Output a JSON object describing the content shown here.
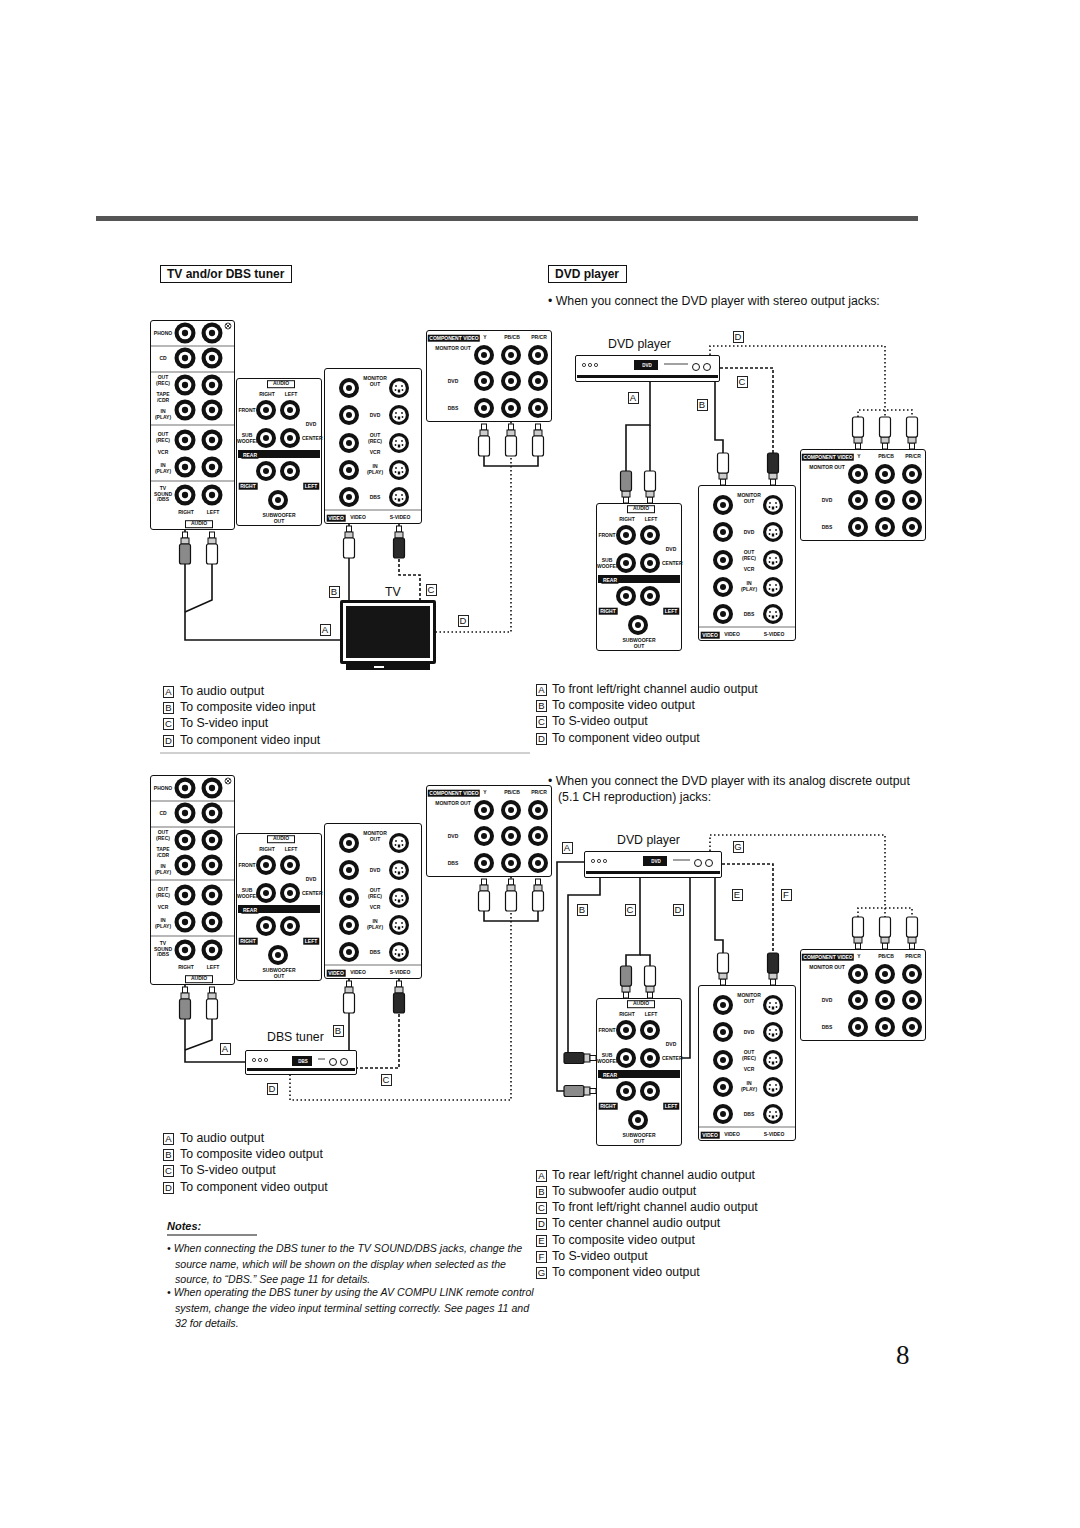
{
  "diagram": {
    "nodes": [
      {
        "text": [
          "TV and/or DBS tuner"
        ]
      },
      {
        "text": [
          "PHONO",
          "CD",
          "OUT (REC)",
          "TAPE /CDR",
          "IN (PLAY)",
          "OUT (REC)",
          "VCR",
          "IN (PLAY)",
          "TV SOUND /DBS",
          "RIGHT",
          "LEFT",
          "AUDIO"
        ]
      },
      {
        "text": [
          "AUDIO",
          "RIGHT",
          "LEFT",
          "FRONT",
          "DVD",
          "SUB WOOFER",
          "CENTER",
          "REAR",
          "RIGHT",
          "LEFT",
          "SUBWOOFER OUT"
        ]
      },
      {
        "text": [
          "MONITOR OUT",
          "DVD",
          "OUT (REC)",
          "VCR",
          "IN (PLAY)",
          "DBS",
          "VIDEO",
          "VIDEO",
          "S-VIDEO"
        ]
      },
      {
        "text": [
          "COMPONENT VIDEO",
          "Y",
          "PB/CB",
          "PR/CR",
          "MONITOR OUT",
          "DVD",
          "DBS"
        ]
      },
      {
        "text": [
          "TV"
        ]
      },
      {
        "text": [
          "DVD player"
        ]
      },
      {
        "text": [
          "DVD player",
          "DVD"
        ]
      },
      {
        "text": [
          "AUDIO",
          "RIGHT",
          "LEFT",
          "FRONT",
          "DVD",
          "SUB WOOFER",
          "CENTER",
          "REAR",
          "RIGHT",
          "LEFT",
          "SUBWOOFER OUT"
        ]
      },
      {
        "text": [
          "MONITOR OUT",
          "DVD",
          "OUT (REC)",
          "VCR",
          "IN (PLAY)",
          "DBS",
          "VIDEO",
          "VIDEO",
          "S-VIDEO"
        ]
      },
      {
        "text": [
          "COMPONENT VIDEO",
          "Y",
          "PB/CB",
          "PR/CR",
          "MONITOR OUT",
          "DVD",
          "DBS"
        ]
      },
      {
        "text": [
          "PHONO",
          "CD",
          "OUT (REC)",
          "TAPE /CDR",
          "IN (PLAY)",
          "OUT (REC)",
          "VCR",
          "IN (PLAY)",
          "TV SOUND /DBS",
          "RIGHT",
          "LEFT",
          "AUDIO"
        ]
      },
      {
        "text": [
          "AUDIO",
          "RIGHT",
          "LEFT",
          "FRONT",
          "DVD",
          "SUB WOOFER",
          "CENTER",
          "REAR",
          "RIGHT",
          "LEFT",
          "SUBWOOFER OUT"
        ]
      },
      {
        "text": [
          "MONITOR OUT",
          "DVD",
          "OUT (REC)",
          "VCR",
          "IN (PLAY)",
          "DBS",
          "VIDEO",
          "VIDEO",
          "S-VIDEO"
        ]
      },
      {
        "text": [
          "COMPONENT VIDEO",
          "Y",
          "PB/CB",
          "PR/CR",
          "MONITOR OUT",
          "DVD",
          "DBS"
        ]
      },
      {
        "text": [
          "DBS tuner",
          "DBS"
        ]
      },
      {
        "text": [
          "DVD player",
          "DVD"
        ]
      },
      {
        "text": [
          "AUDIO",
          "RIGHT",
          "LEFT",
          "FRONT",
          "DVD",
          "SUB WOOFER",
          "CENTER",
          "REAR",
          "RIGHT",
          "LEFT",
          "SUBWOOFER OUT"
        ]
      },
      {
        "text": [
          "MONITOR OUT",
          "DVD",
          "OUT (REC)",
          "VCR",
          "IN (PLAY)",
          "DBS",
          "VIDEO",
          "VIDEO",
          "S-VIDEO"
        ]
      },
      {
        "text": [
          "COMPONENT VIDEO",
          "Y",
          "PB/CB",
          "PR/CR",
          "MONITOR OUT",
          "DVD",
          "DBS"
        ]
      }
    ],
    "edges": [
      {
        "from": 1,
        "to": 5,
        "label": "A",
        "arrow": "none"
      },
      {
        "from": 3,
        "to": 5,
        "label": "B",
        "arrow": "none"
      },
      {
        "from": 3,
        "to": 5,
        "label": "C",
        "arrow": "none"
      },
      {
        "from": 4,
        "to": 5,
        "label": "D",
        "arrow": "none"
      },
      {
        "from": 7,
        "to": 8,
        "label": "A",
        "arrow": "none"
      },
      {
        "from": 7,
        "to": 9,
        "label": "B",
        "arrow": "none"
      },
      {
        "from": 7,
        "to": 9,
        "label": "C",
        "arrow": "none"
      },
      {
        "from": 7,
        "to": 10,
        "label": "D",
        "arrow": "none"
      },
      {
        "from": 11,
        "to": 15,
        "label": "A",
        "arrow": "none"
      },
      {
        "from": 13,
        "to": 15,
        "label": "B",
        "arrow": "none"
      },
      {
        "from": 13,
        "to": 15,
        "label": "C",
        "arrow": "none"
      },
      {
        "from": 14,
        "to": 15,
        "label": "D",
        "arrow": "none"
      },
      {
        "from": 16,
        "to": 17,
        "label": "A",
        "arrow": "none"
      },
      {
        "from": 16,
        "to": 17,
        "label": "B",
        "arrow": "none"
      },
      {
        "from": 16,
        "to": 17,
        "label": "C",
        "arrow": "none"
      },
      {
        "from": 16,
        "to": 17,
        "label": "D",
        "arrow": "none"
      },
      {
        "from": 16,
        "to": 18,
        "label": "E",
        "arrow": "none"
      },
      {
        "from": 16,
        "to": 18,
        "label": "F",
        "arrow": "none"
      },
      {
        "from": 16,
        "to": 19,
        "label": "G",
        "arrow": "none"
      }
    ],
    "labels": [
      "• When you connect the DVD player with stereo output jacks:",
      "A",
      "To audio output",
      "B",
      "To composite video input",
      "C",
      "To S-video input",
      "D",
      "To component video input",
      "A",
      "To front left/right channel audio output",
      "B",
      "To composite video output",
      "C",
      "To S-video output",
      "D",
      "To component video output",
      "• When you connect the DVD player with its analog discrete output (5.1 CH reproduction) jacks:",
      "A",
      "To audio output",
      "B",
      "To composite video output",
      "C",
      "To S-video output",
      "D",
      "To component video output",
      "Notes:",
      "• When connecting the DBS tuner to the TV SOUND/DBS jacks, change the source name, which will be shown on the display when selected as the source, to “DBS.” See page 11 for details.",
      "• When operating the DBS tuner by using the AV COMPU LINK remote control system, change the video input terminal setting correctly. See pages 11 and 32 for details.",
      "A",
      "To rear left/right channel audio output",
      "B",
      "To subwoofer audio output",
      "C",
      "To front left/right channel audio output",
      "D",
      "To center channel audio output",
      "E",
      "To composite video output",
      "F",
      "To S-video output",
      "G",
      "To component video output",
      "8"
    ]
  }
}
